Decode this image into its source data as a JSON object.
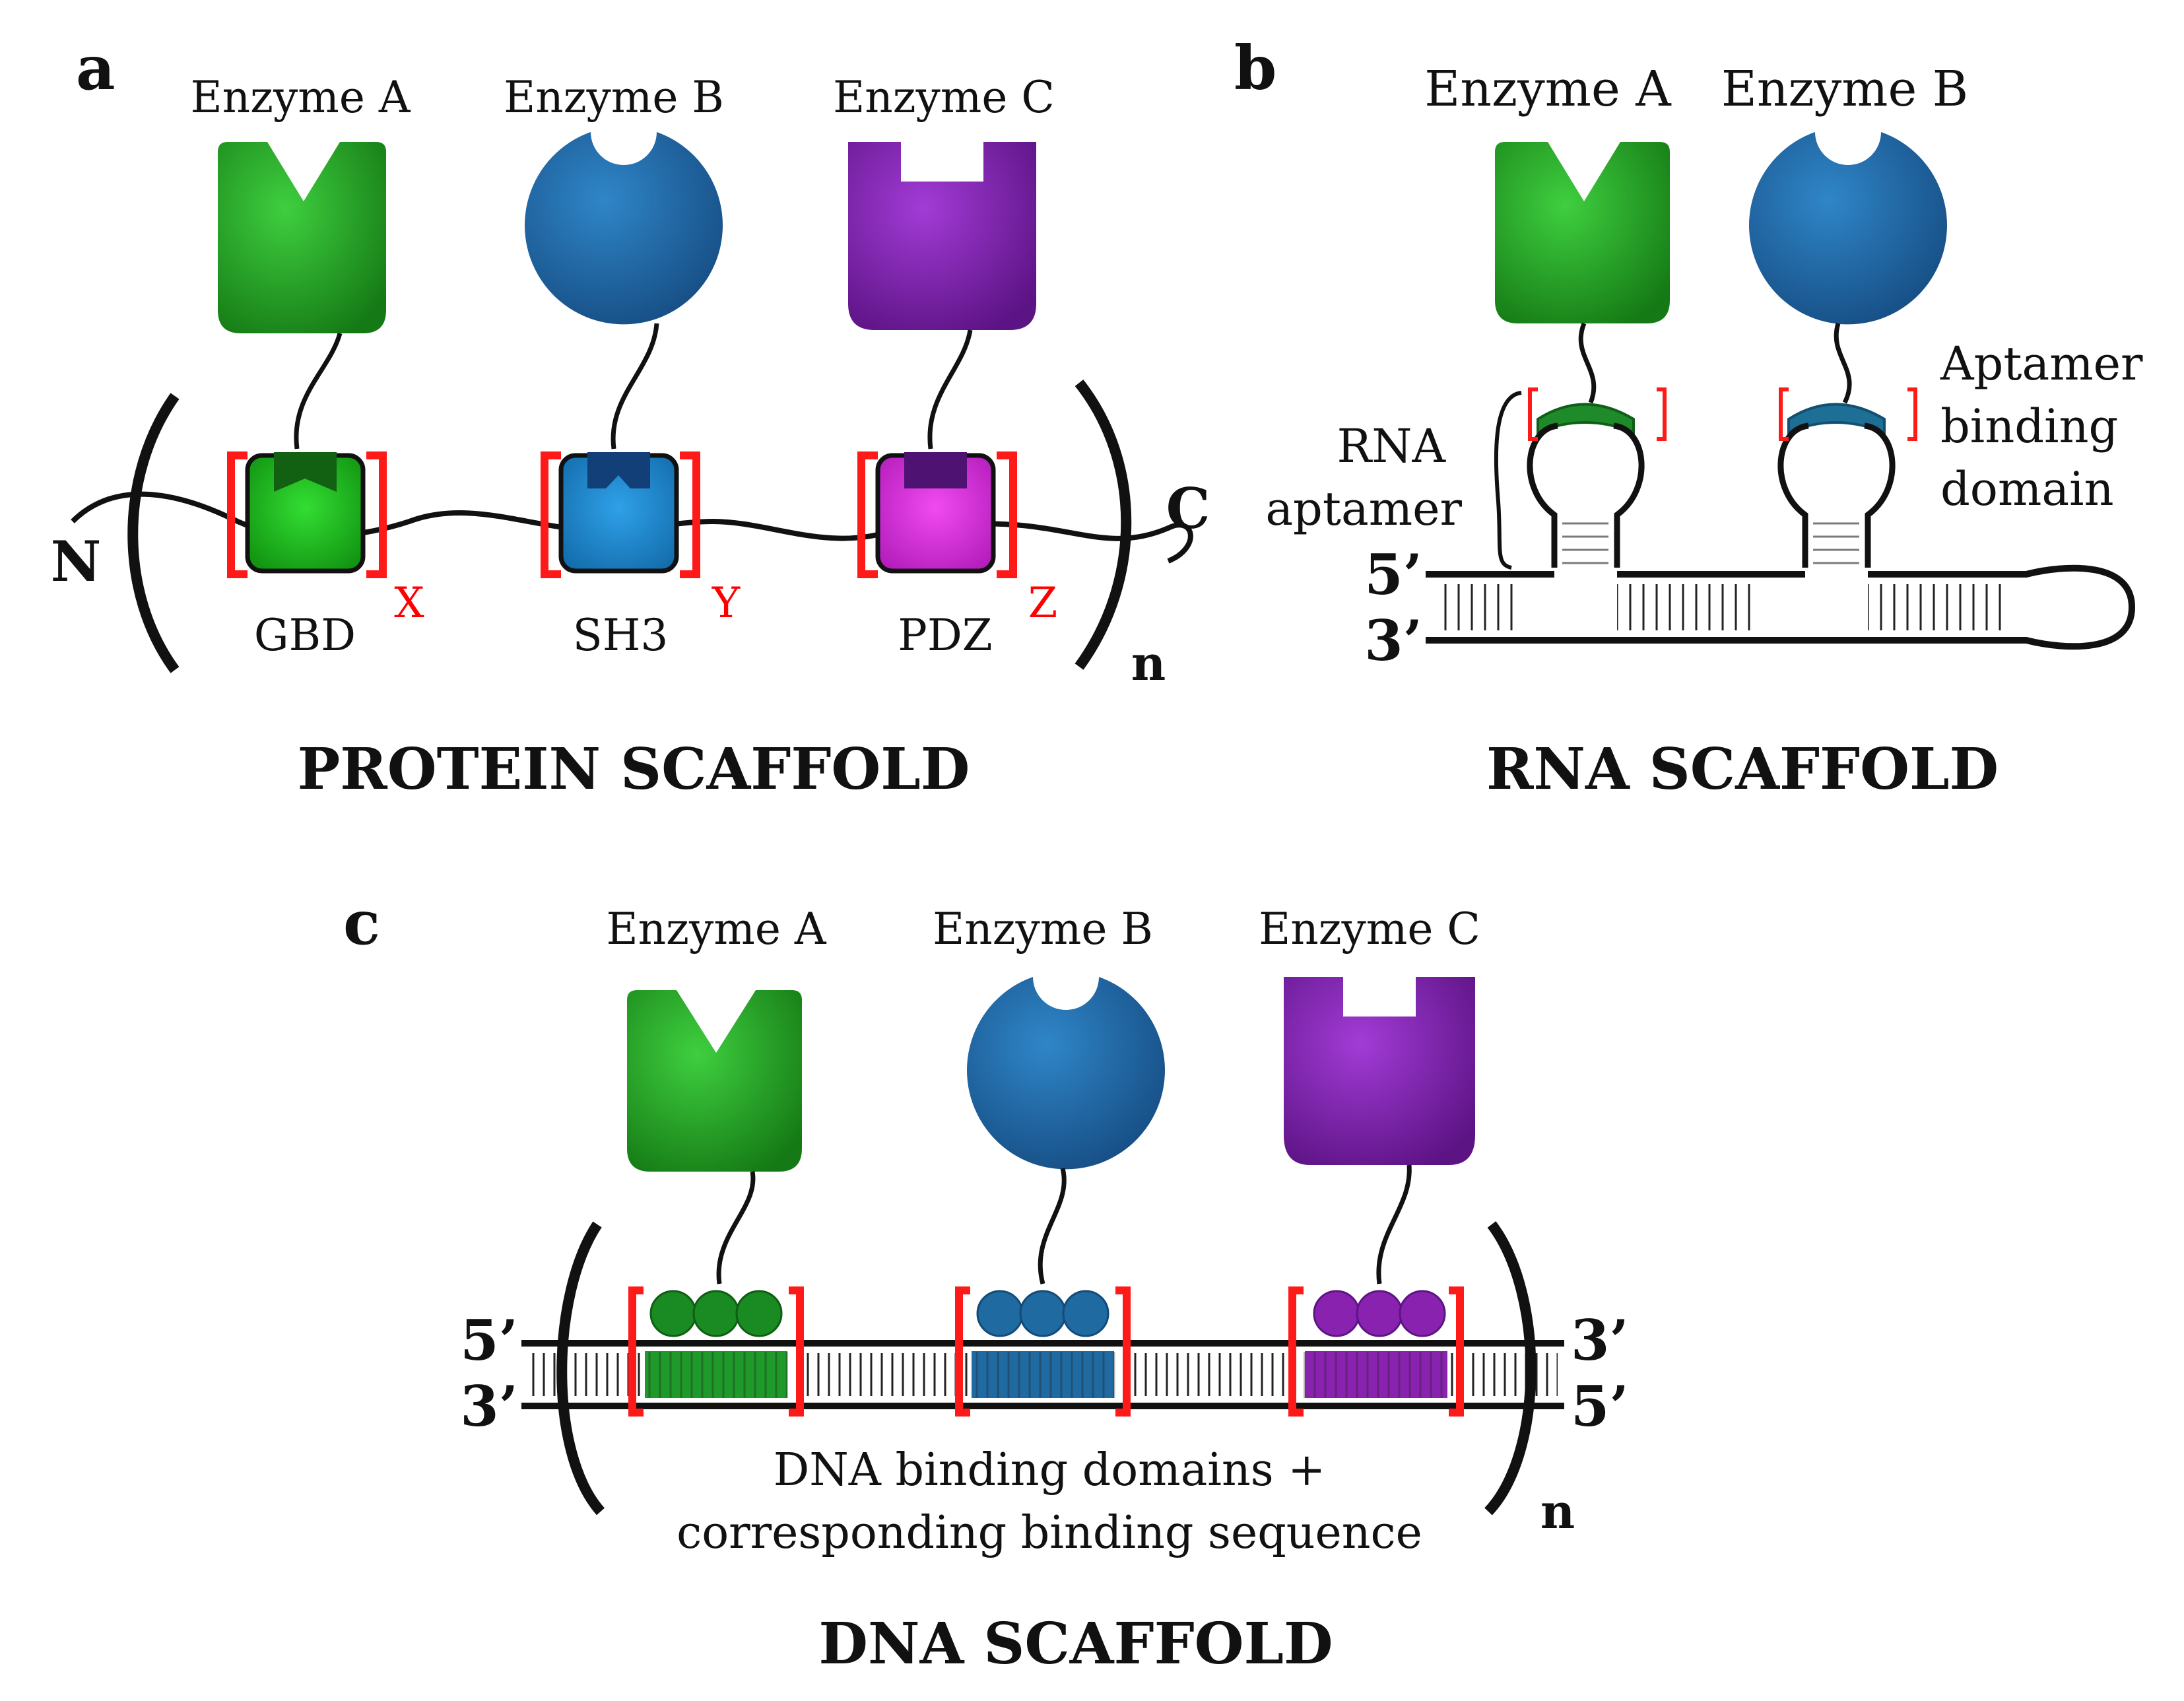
{
  "panels": {
    "a": {
      "letter": "a",
      "title": "PROTEIN SCAFFOLD",
      "enzymes": [
        "Enzyme A",
        "Enzyme B",
        "Enzyme C"
      ],
      "domains": [
        "GBD",
        "SH3",
        "PDZ"
      ],
      "counts": [
        "X",
        "Y",
        "Z"
      ],
      "n_terminus": "N",
      "c_terminus": "C",
      "repeat": "n"
    },
    "b": {
      "letter": "b",
      "title": "RNA SCAFFOLD",
      "enzymes": [
        "Enzyme A",
        "Enzyme B"
      ],
      "aptamer_label_line1": "RNA",
      "aptamer_label_line2": "aptamer",
      "binding_label_line1": "Aptamer",
      "binding_label_line2": "binding",
      "binding_label_line3": "domain",
      "end5": "5’",
      "end3": "3’"
    },
    "c": {
      "letter": "c",
      "title": "DNA SCAFFOLD",
      "enzymes": [
        "Enzyme A",
        "Enzyme B",
        "Enzyme C"
      ],
      "caption_line1": "DNA binding domains +",
      "caption_line2": "corresponding binding sequence",
      "left_top": "5’",
      "left_bottom": "3’",
      "right_top": "3’",
      "right_bottom": "5’",
      "repeat": "n"
    }
  },
  "colors": {
    "green": "#1a9a1a",
    "blue": "#1f5f9e",
    "purple": "#7a1fa8",
    "bracket_red": "#ff1a1a"
  }
}
